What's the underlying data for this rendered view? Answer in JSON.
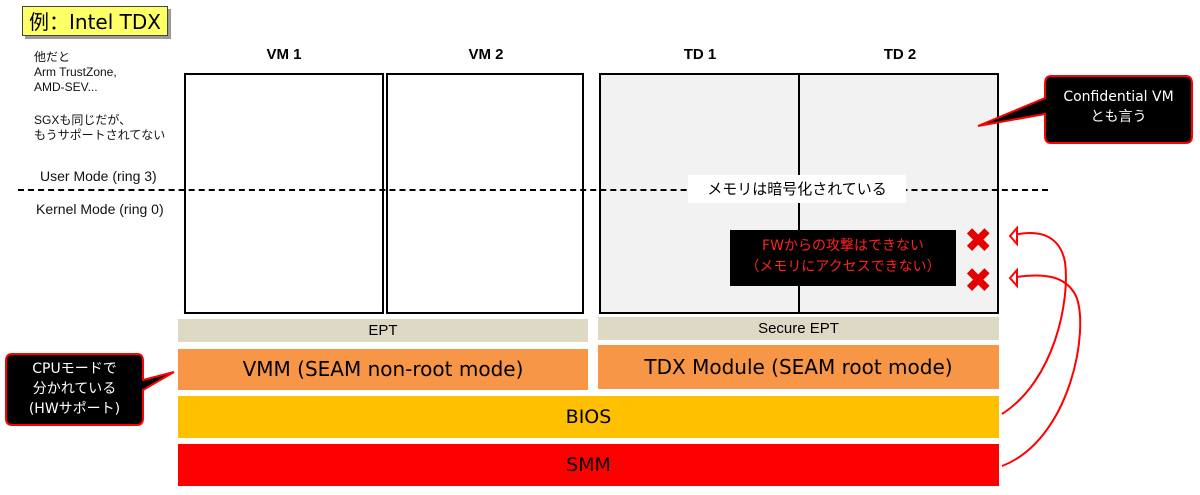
{
  "title": "例：Intel TDX",
  "side_notes": {
    "others": [
      "他だと",
      "Arm TrustZone,",
      "AMD-SEV..."
    ],
    "sgx": [
      "SGXも同じだが、",
      "もうサポートされてない"
    ]
  },
  "modes": {
    "user": "User Mode (ring 3)",
    "kernel": "Kernel Mode (ring 0)"
  },
  "columns": {
    "vm1": "VM 1",
    "vm2": "VM 2",
    "td1": "TD 1",
    "td2": "TD 2"
  },
  "memory_label": "メモリは暗号化されている",
  "callouts": {
    "confidential_vm": [
      "Confidential VM",
      "とも言う"
    ],
    "cpu_mode": [
      "CPUモードで",
      "分かれている",
      "(HWサポート)"
    ]
  },
  "fw_warning": [
    "FWからの攻撃はできない",
    "（メモリにアクセスできない）"
  ],
  "layers": {
    "ept": "EPT",
    "secure_ept": "Secure EPT",
    "vmm": "VMM (SEAM non-root mode)",
    "tdx_module": "TDX Module (SEAM root mode)",
    "bios": "BIOS",
    "smm": "SMM"
  },
  "x_mark": "✖",
  "colors": {
    "title_bg": "#ffff66",
    "td_bg": "#f2f2f2",
    "ept_bg": "#ddd9c4",
    "orange": "#f79646",
    "bios": "#ffc000",
    "smm": "#ff0000",
    "warning_text": "#ff2020",
    "arrow_red": "#ff0000"
  }
}
